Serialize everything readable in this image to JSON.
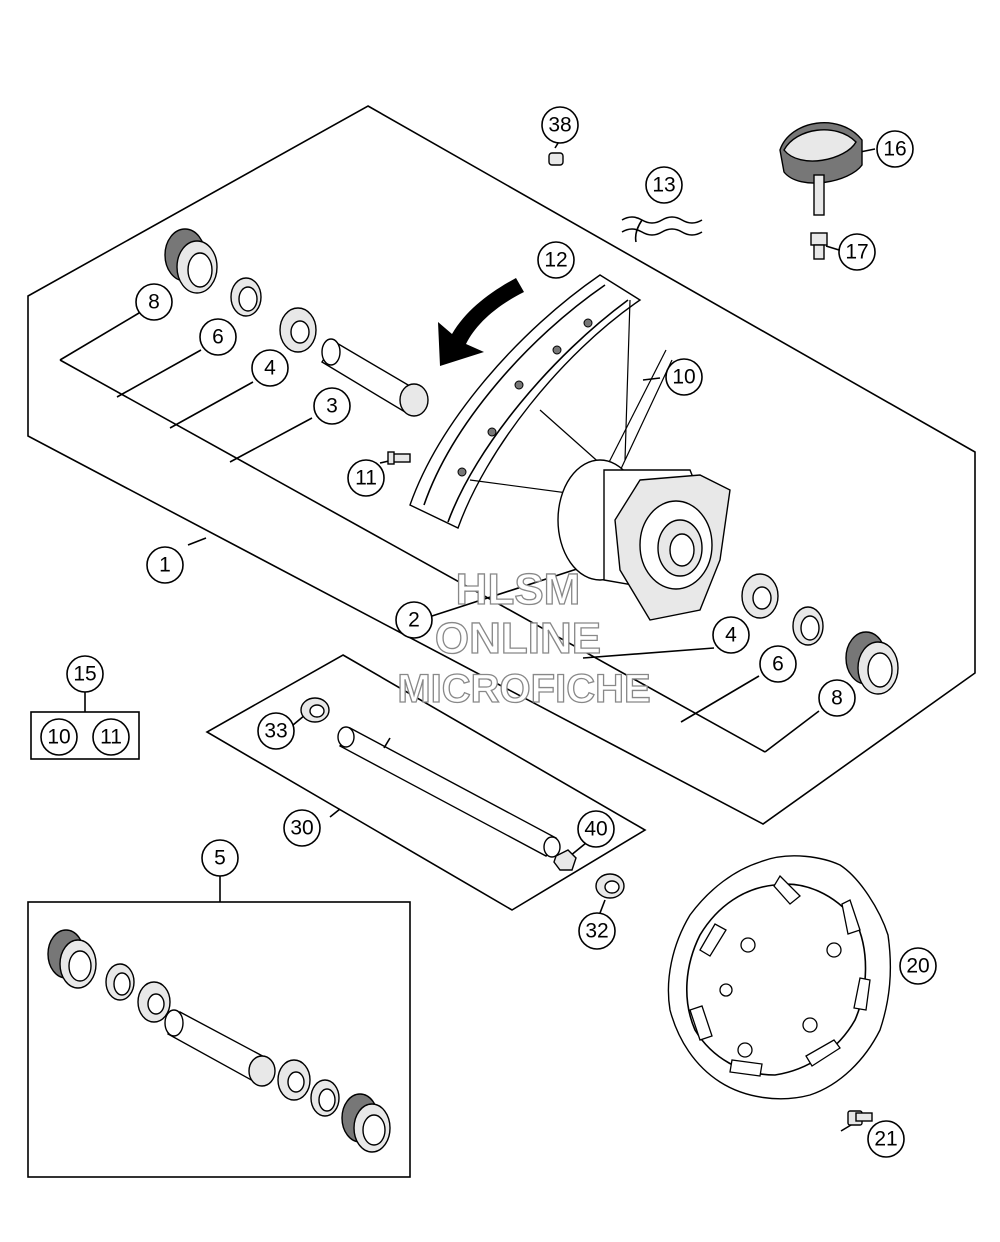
{
  "callouts": {
    "c1": "1",
    "c2": "2",
    "c3": "3",
    "c4a": "4",
    "c4b": "4",
    "c5": "5",
    "c6a": "6",
    "c6b": "6",
    "c8a": "8",
    "c8b": "8",
    "c10a": "10",
    "c10b": "10",
    "c11a": "11",
    "c11b": "11",
    "c12": "12",
    "c13": "13",
    "c15": "15",
    "c16": "16",
    "c17": "17",
    "c20": "20",
    "c21": "21",
    "c30": "30",
    "c32": "32",
    "c33": "33",
    "c38": "38",
    "c40": "40"
  },
  "watermark": {
    "line1": "HLSM",
    "line2": "ONLINE",
    "line3": "MICROFICHE"
  }
}
